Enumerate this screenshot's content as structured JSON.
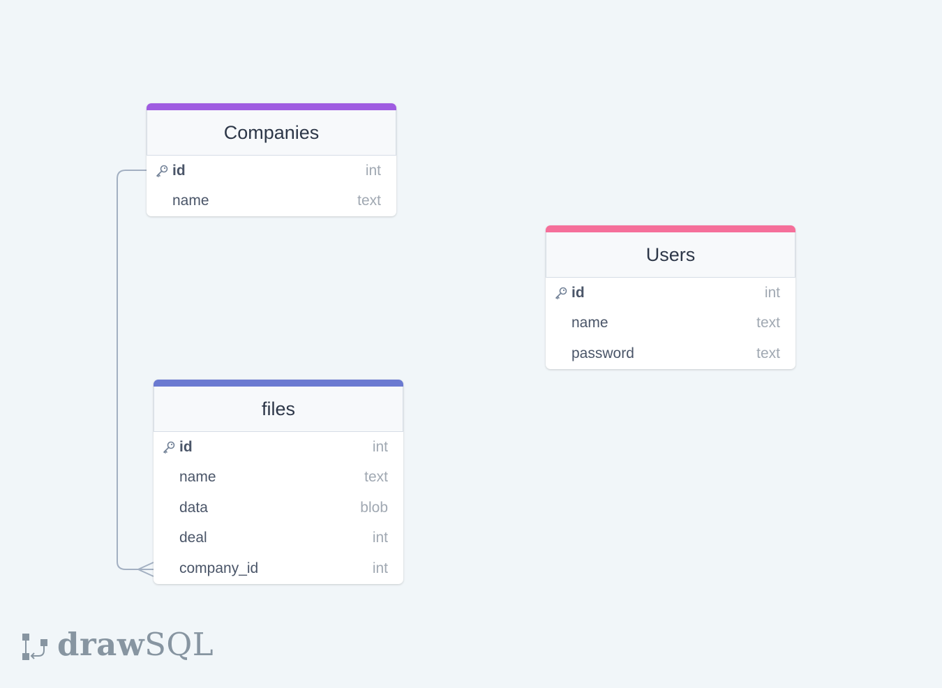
{
  "tables": {
    "companies": {
      "title": "Companies",
      "color": "#9f5ce1",
      "columns": [
        {
          "name": "id",
          "type": "int",
          "pk": true
        },
        {
          "name": "name",
          "type": "text",
          "pk": false
        }
      ]
    },
    "users": {
      "title": "Users",
      "color": "#f56f9a",
      "columns": [
        {
          "name": "id",
          "type": "int",
          "pk": true
        },
        {
          "name": "name",
          "type": "text",
          "pk": false
        },
        {
          "name": "password",
          "type": "text",
          "pk": false
        }
      ]
    },
    "files": {
      "title": "files",
      "color": "#6b7ad1",
      "columns": [
        {
          "name": "id",
          "type": "int",
          "pk": true
        },
        {
          "name": "name",
          "type": "text",
          "pk": false
        },
        {
          "name": "data",
          "type": "blob",
          "pk": false
        },
        {
          "name": "deal",
          "type": "int",
          "pk": false
        },
        {
          "name": "company_id",
          "type": "int",
          "pk": false
        }
      ]
    }
  },
  "relations": [
    {
      "from": "companies.id",
      "to": "files.company_id",
      "cardinality": "one-to-many"
    }
  ],
  "logo": {
    "part1": "draw",
    "part2": "SQL"
  }
}
